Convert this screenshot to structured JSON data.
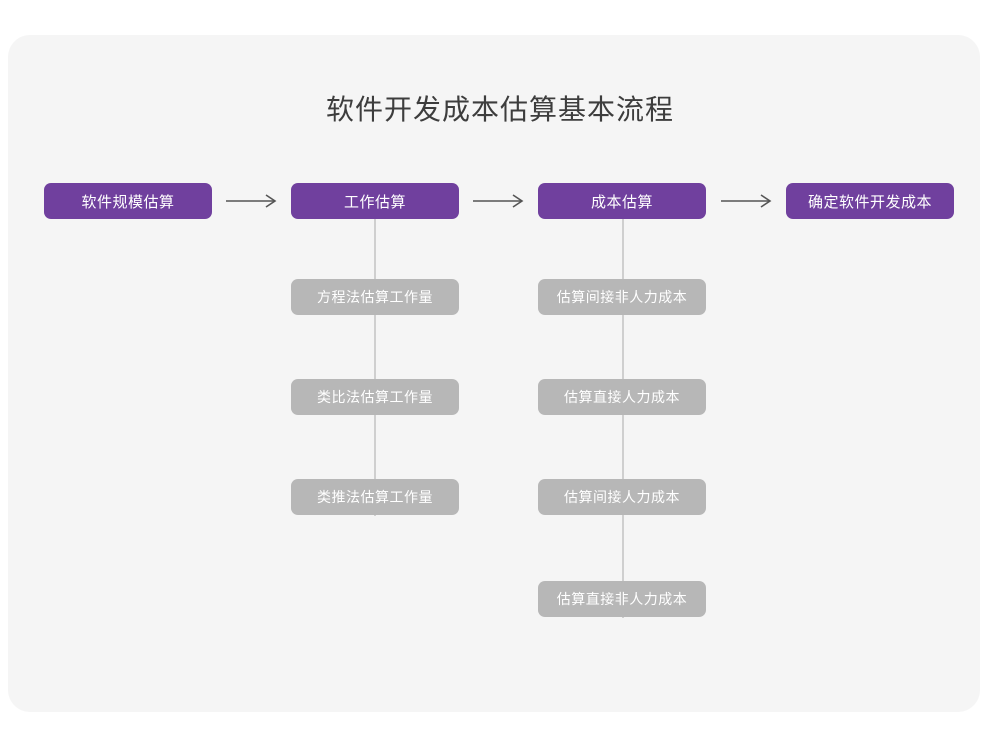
{
  "card": {
    "background": "#f5f5f5"
  },
  "title": "软件开发成本估算基本流程",
  "colors": {
    "stage": "#70409e",
    "sub": "#b7b7b7",
    "connector": "#cfcfcf",
    "arrow": "#555555",
    "title_text": "#3d3d3d",
    "box_text": "#ffffff",
    "page_background": "#ffffff"
  },
  "flow": {
    "stages": [
      {
        "label": "软件规模估算",
        "subs": []
      },
      {
        "label": "工作估算",
        "subs": [
          "方程法估算工作量",
          "类比法估算工作量",
          "类推法估算工作量"
        ]
      },
      {
        "label": "成本估算",
        "subs": [
          "估算间接非人力成本",
          "估算直接人力成本",
          "估算间接人力成本",
          "估算直接非人力成本"
        ]
      },
      {
        "label": "确定软件开发成本",
        "subs": []
      }
    ],
    "arrows": [
      {
        "name": "arrow-1",
        "glyph": "→"
      },
      {
        "name": "arrow-2",
        "glyph": "→"
      },
      {
        "name": "arrow-3",
        "glyph": "→"
      }
    ]
  }
}
